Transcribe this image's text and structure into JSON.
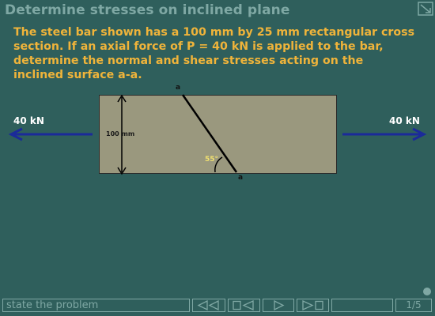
{
  "header": {
    "title": "Determine stresses on inclined plane"
  },
  "problem": {
    "text": "The steel bar shown has a 100 mm by 25 mm rectangular cross section.  If an axial force of P = 40 kN is applied to the bar, determine the normal and shear stresses acting on the inclined surface a-a."
  },
  "figure": {
    "force_left": "40 kN",
    "force_right": "40 kN",
    "dimension": "100 mm",
    "point_top": "a",
    "point_bottom": "a",
    "angle": "55°"
  },
  "footer": {
    "status": "state the problem",
    "page_current": "1",
    "page_total": "5"
  },
  "colors": {
    "background": "#2f5f5c",
    "text_accent": "#f0b43a",
    "ui_accent": "#7fa8a4",
    "arrow": "#1b2a9a"
  },
  "icons": {
    "corner": "page-corner-icon",
    "first": "first-page-icon",
    "prev": "previous-page-icon",
    "next": "next-page-icon",
    "last": "last-page-icon"
  }
}
